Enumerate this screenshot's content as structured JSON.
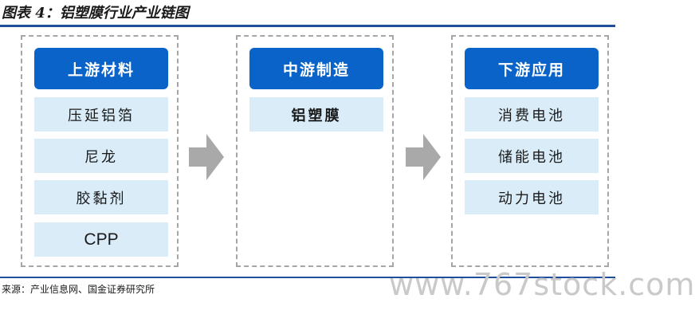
{
  "figure": {
    "title": "图表 4：铝塑膜行业产业链图",
    "source": "来源：产业信息网、国金证券研究所",
    "watermark": "www.767stock.com"
  },
  "colors": {
    "header_bg": "#0a63c9",
    "item_bg": "#d9ecf8",
    "rule": "#1f4e9c",
    "arrow": "#a9a9a9"
  },
  "stages": [
    {
      "header": "上游材料",
      "items": [
        "压延铝箔",
        "尼龙",
        "胶黏剂",
        "CPP"
      ]
    },
    {
      "header": "中游制造",
      "items": [
        "铝塑膜"
      ]
    },
    {
      "header": "下游应用",
      "items": [
        "消费电池",
        "储能电池",
        "动力电池"
      ]
    }
  ]
}
